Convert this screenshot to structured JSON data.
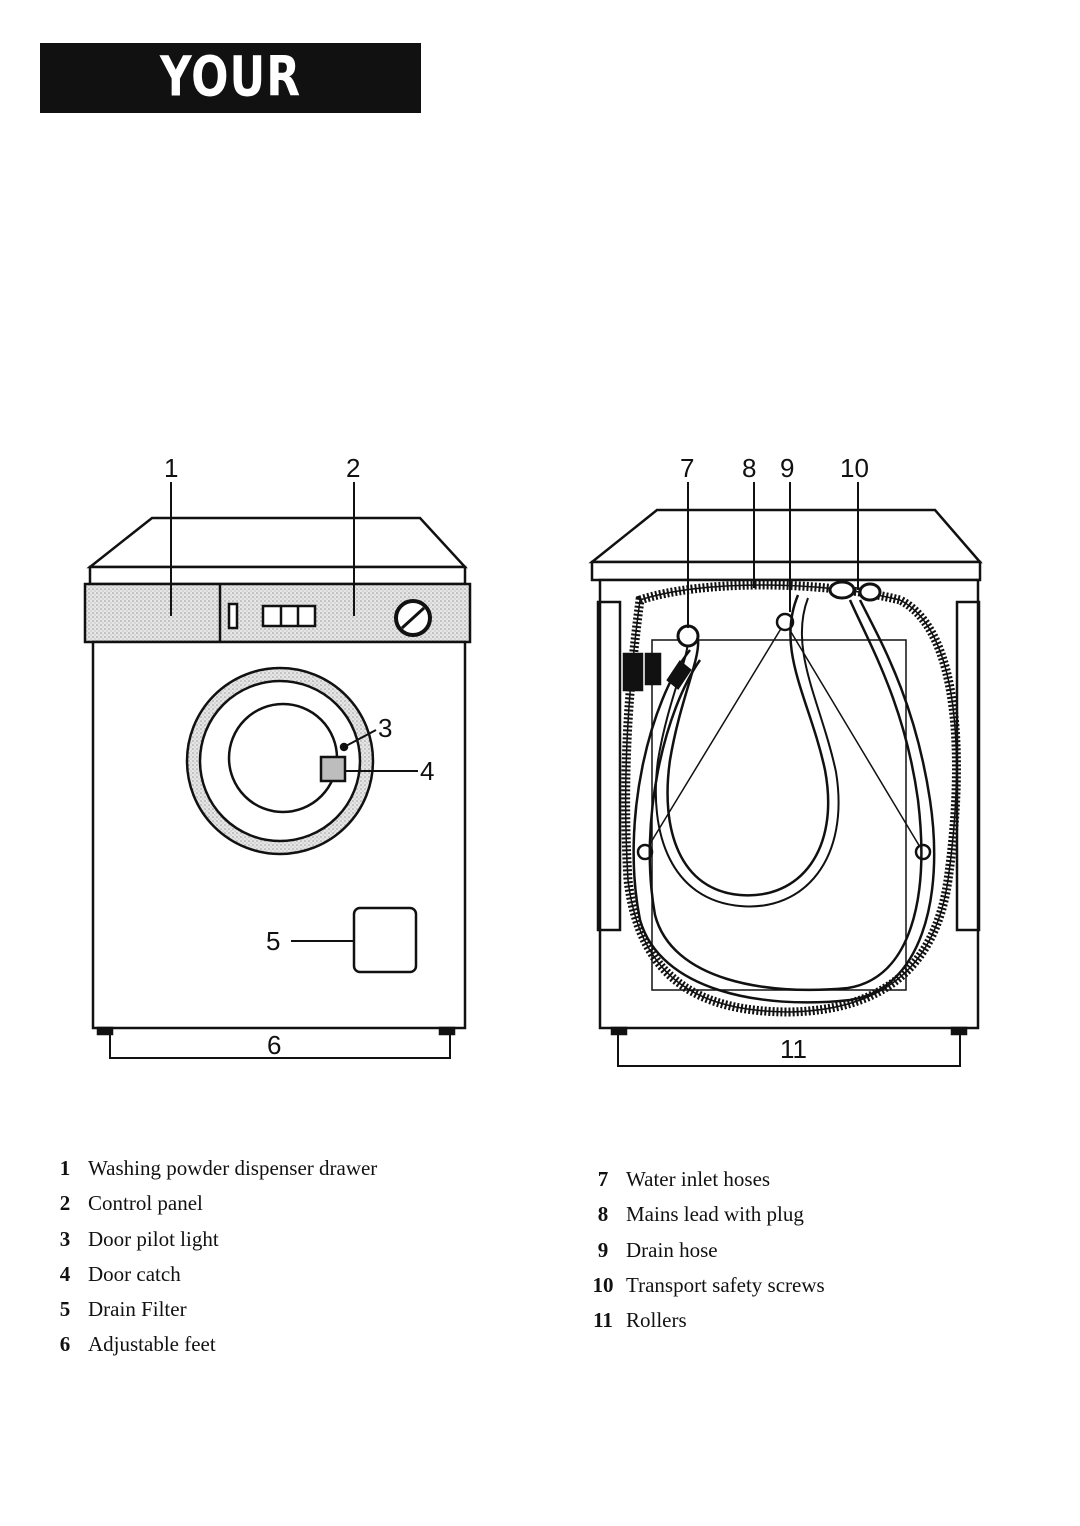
{
  "page": {
    "title": "YOUR MACHINE"
  },
  "front_view": {
    "callouts": [
      "1",
      "2",
      "3",
      "4",
      "5",
      "6"
    ]
  },
  "rear_view": {
    "callouts": [
      "7",
      "8",
      "9",
      "10",
      "11"
    ]
  },
  "legend_left": [
    {
      "num": "1",
      "label": "Washing powder dispenser drawer"
    },
    {
      "num": "2",
      "label": "Control panel"
    },
    {
      "num": "3",
      "label": "Door pilot light"
    },
    {
      "num": "4",
      "label": "Door catch"
    },
    {
      "num": "5",
      "label": "Drain Filter"
    },
    {
      "num": "6",
      "label": "Adjustable feet"
    }
  ],
  "legend_right": [
    {
      "num": "7",
      "label": "Water inlet hoses"
    },
    {
      "num": "8",
      "label": "Mains lead with plug"
    },
    {
      "num": "9",
      "label": "Drain hose"
    },
    {
      "num": "10",
      "label": "Transport safety screws"
    },
    {
      "num": "11",
      "label": "Rollers"
    }
  ],
  "colors": {
    "ink": "#111111",
    "panel_shade": "#cfcfcf",
    "paper": "#ffffff"
  }
}
